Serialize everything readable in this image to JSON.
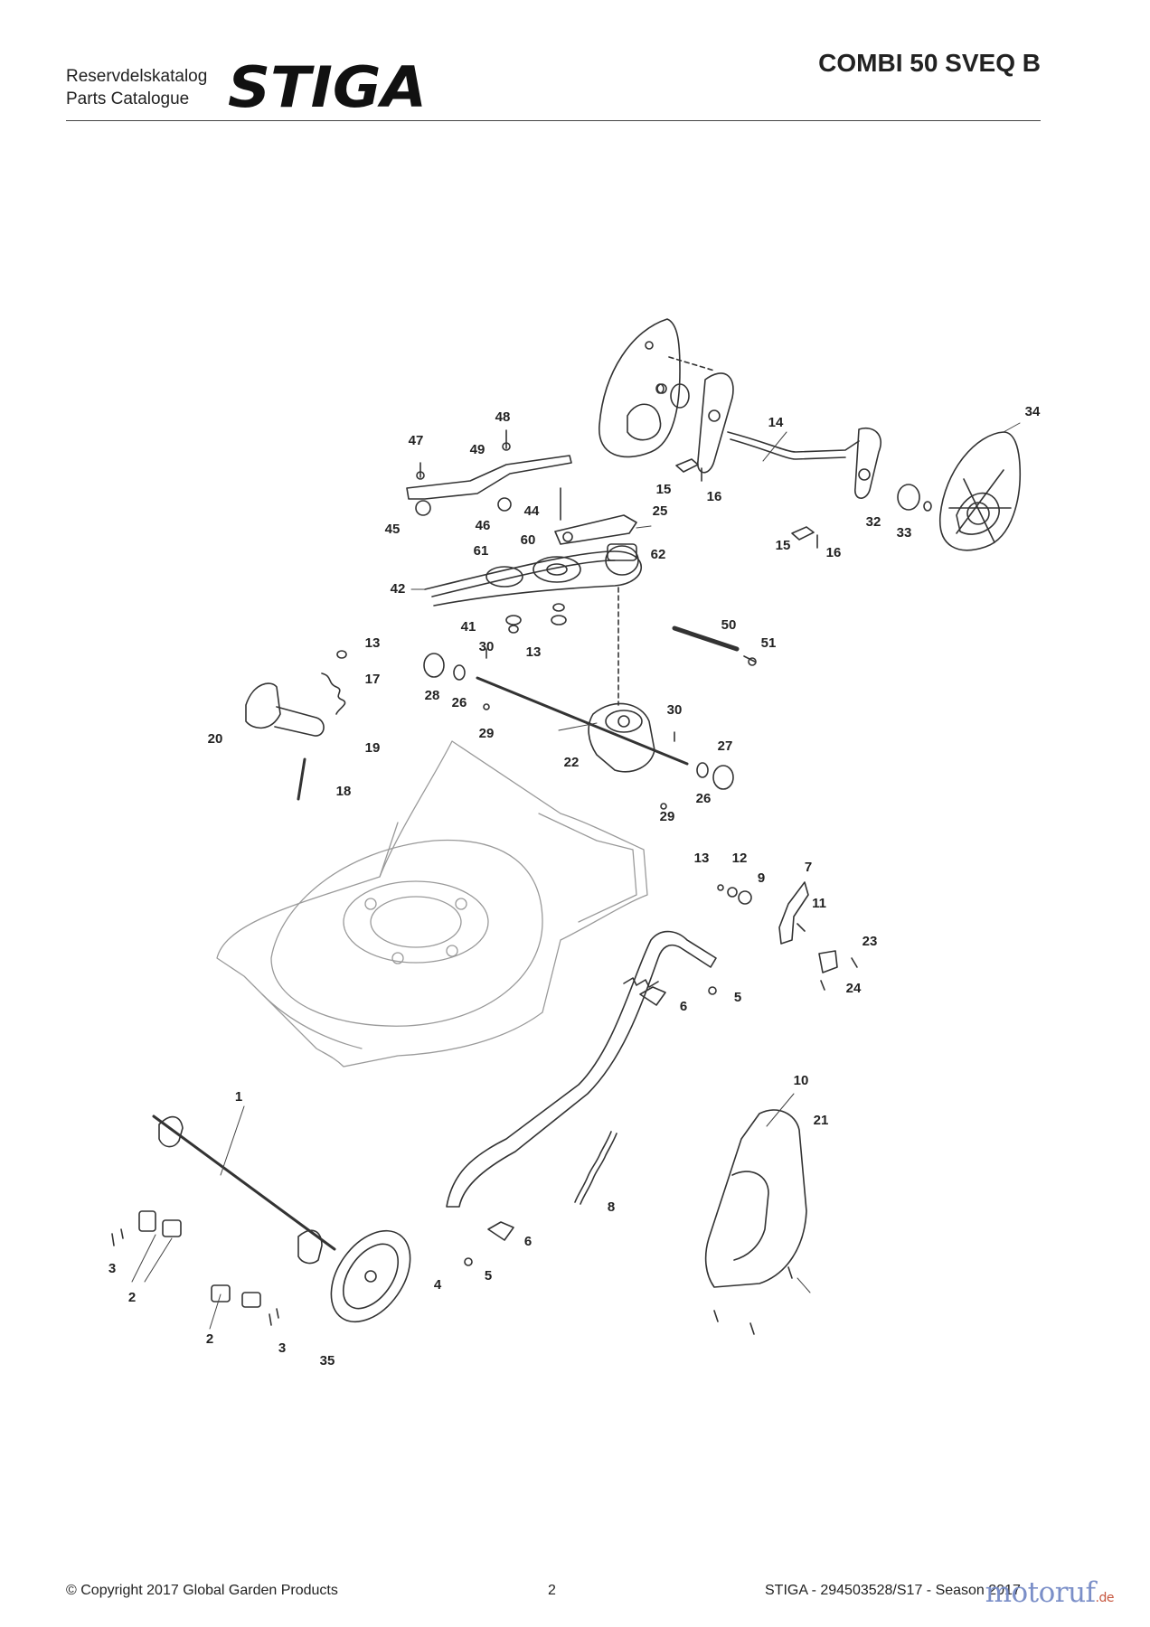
{
  "header": {
    "catalog_label_1": "Reservdelskatalog",
    "catalog_label_2": "Parts Catalogue",
    "brand": "STIGA",
    "model": "COMBI 50 SVEQ B"
  },
  "diagram": {
    "callouts": [
      "1",
      "2",
      "2",
      "3",
      "3",
      "4",
      "5",
      "5",
      "6",
      "6",
      "7",
      "8",
      "9",
      "10",
      "11",
      "12",
      "13",
      "13",
      "13",
      "14",
      "15",
      "15",
      "16",
      "16",
      "17",
      "18",
      "19",
      "20",
      "21",
      "22",
      "23",
      "24",
      "25",
      "26",
      "26",
      "27",
      "28",
      "29",
      "29",
      "30",
      "30",
      "32",
      "33",
      "34",
      "35",
      "41",
      "42",
      "44",
      "45",
      "46",
      "47",
      "48",
      "49",
      "50",
      "51",
      "60",
      "61",
      "62"
    ]
  },
  "footer": {
    "copyright": "© Copyright 2017 Global Garden Products",
    "page_number": "2",
    "doc_ref": "STIGA - 294503528/S17 - Season 2017"
  },
  "watermark": {
    "text": "motoruf",
    "tld": ".de"
  },
  "colors": {
    "outline": "#333333",
    "deck": "#9a9a9a",
    "accent_watermark": "#7b8fc8"
  }
}
